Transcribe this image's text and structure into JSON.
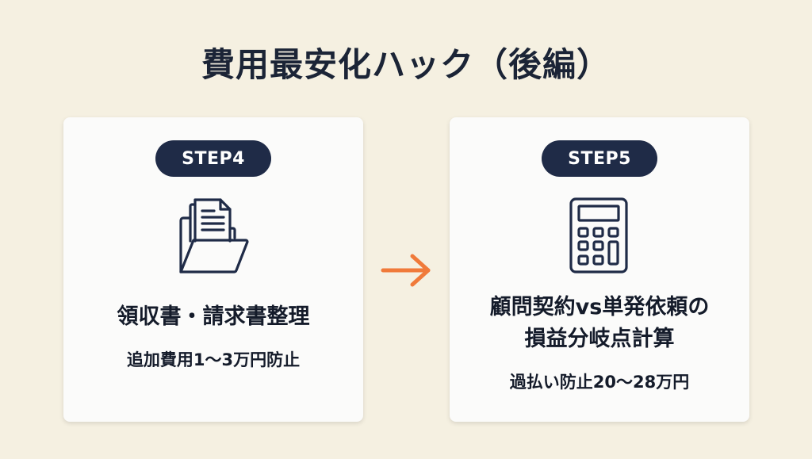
{
  "title": "費用最安化ハック（後編）",
  "colors": {
    "background": "#f5f0e1",
    "card": "#fbfbfa",
    "badge": "#1f2b47",
    "text": "#141b2a",
    "arrow": "#f07a3a"
  },
  "steps": [
    {
      "badge": "STEP4",
      "icon": "folder-documents-icon",
      "heading": "領収書・請求書整理",
      "subtext": "追加費用1〜3万円防止"
    },
    {
      "badge": "STEP5",
      "icon": "calculator-icon",
      "heading_line1": "顧問契約vs単発依頼の",
      "heading_line2": "損益分岐点計算",
      "subtext": "過払い防止20〜28万円"
    }
  ],
  "connector_icon": "arrow-right-icon"
}
